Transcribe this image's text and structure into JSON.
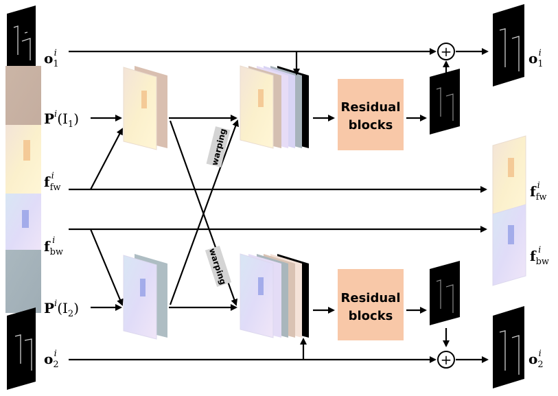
{
  "labels": {
    "o1_in": "o",
    "o1_in_sub": "1",
    "o1_in_sup": "i",
    "p1_in": "P",
    "p1_in_sup": "i",
    "p1_in_arg": "(I",
    "p1_in_sub": "1",
    "p1_in_close": ")",
    "ffw_in": "f",
    "ffw_in_sub": "fw",
    "ffw_in_sup": "i",
    "fbw_in": "f",
    "fbw_in_sub": "bw",
    "fbw_in_sup": "i",
    "p2_in": "P",
    "p2_in_sup": "i",
    "p2_in_arg": "(I",
    "p2_in_sub": "2",
    "p2_in_close": ")",
    "o2_in": "o",
    "o2_in_sub": "2",
    "o2_in_sup": "i",
    "o1_out": "o",
    "o1_out_sub": "1",
    "o1_out_sup": "i",
    "ffw_out": "f",
    "ffw_out_sub": "fw",
    "ffw_out_sup": "i",
    "fbw_out": "f",
    "fbw_out_sub": "bw",
    "fbw_out_sup": "i",
    "o2_out": "o",
    "o2_out_sub": "2",
    "o2_out_sup": "i"
  },
  "blocks": {
    "residual_top_line1": "Residual",
    "residual_top_line2": "blocks",
    "residual_bottom_line1": "Residual",
    "residual_bottom_line2": "blocks"
  },
  "warping": {
    "top": "warping",
    "bottom": "warping"
  },
  "ops": {
    "add_top": "+",
    "add_bottom": "+"
  },
  "colors": {
    "residual_block": "#f8c8a8",
    "warping_tag": "#d4d4d4",
    "arrow": "#000000",
    "feature_warm": "#f7e6c8",
    "feature_cool": "#d8d4f4",
    "frame_tan": "#c9b3a3",
    "frame_gray": "#a9b6bc"
  }
}
